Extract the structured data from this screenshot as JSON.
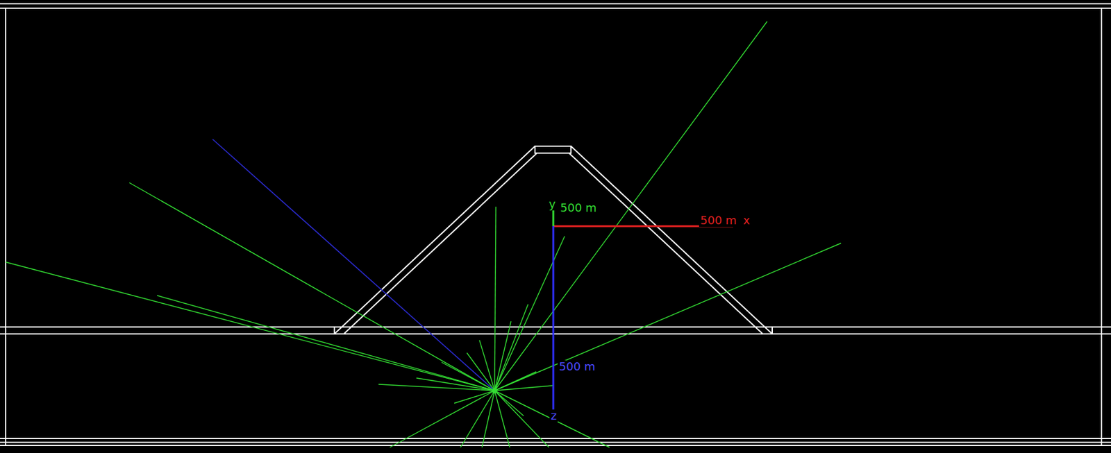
{
  "diagram": {
    "labels": [
      "y",
      "500 m",
      "500 m",
      "x",
      "500 m",
      "z"
    ]
  }
}
